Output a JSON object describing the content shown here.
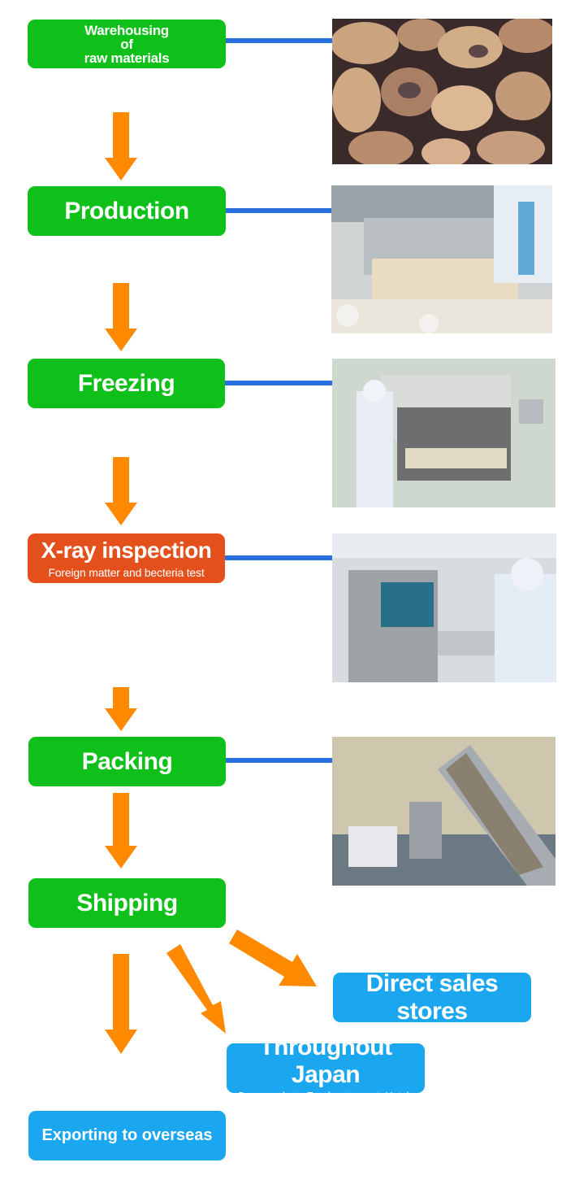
{
  "steps": [
    {
      "id": "warehousing",
      "lines": [
        "Warehousing",
        "of",
        "raw materials"
      ]
    },
    {
      "id": "production",
      "label": "Production"
    },
    {
      "id": "freezing",
      "label": "Freezing"
    },
    {
      "id": "xray",
      "label": "X-ray inspection",
      "sub": "Foreign matter and becteria test"
    },
    {
      "id": "packing",
      "label": "Packing"
    },
    {
      "id": "shipping",
      "label": "Shipping"
    }
  ],
  "destinations": {
    "direct": {
      "label": "Direct sales stores"
    },
    "japan": {
      "label": "Throughout Japan",
      "sub": "Supermarkets ,Food-restaurant ,Hotels"
    },
    "export": {
      "label": "Exporting to overseas"
    }
  },
  "colors": {
    "step_green": "#0fc01a",
    "inspection_red": "#e4501b",
    "destination_blue": "#1ba6f0",
    "arrow_orange": "#ff8a00",
    "connector_blue": "#2a6fe0"
  },
  "photos": [
    "oysters-photo",
    "production-line-photo",
    "freezer-photo",
    "xray-machine-photo",
    "packing-conveyor-photo"
  ]
}
